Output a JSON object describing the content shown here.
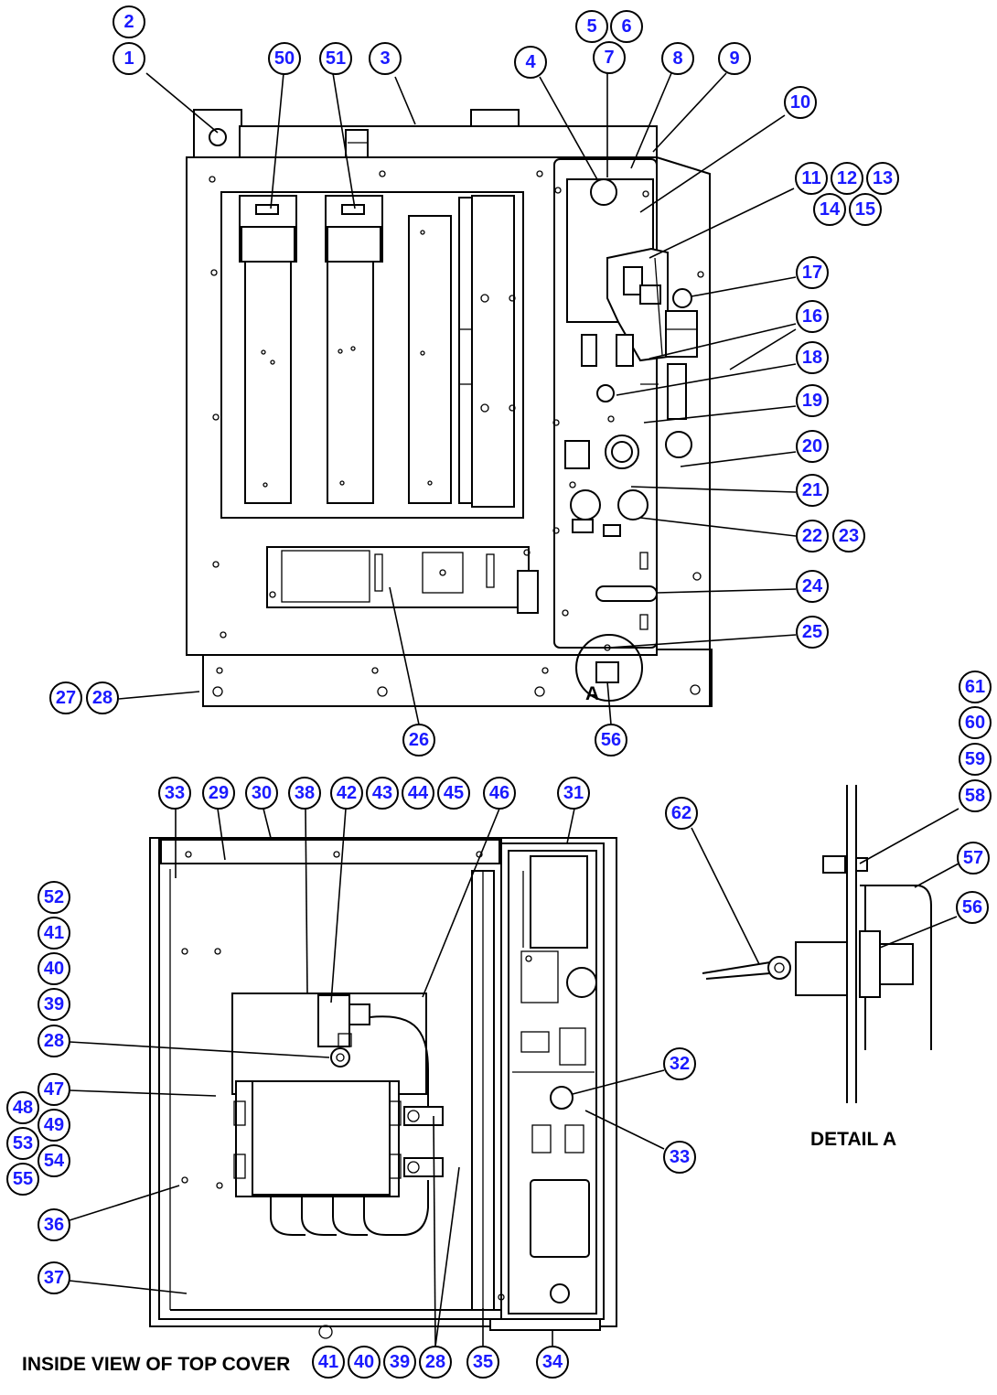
{
  "captions": {
    "inside_view": "INSIDE VIEW OF TOP COVER",
    "detail_a": "DETAIL A",
    "detail_marker": "A"
  },
  "colors": {
    "balloon_text": "#1a1aff",
    "line": "#000000"
  },
  "balloons": {
    "b1": "1",
    "b2": "2",
    "b3": "3",
    "b4": "4",
    "b5": "5",
    "b6": "6",
    "b7": "7",
    "b8": "8",
    "b9": "9",
    "b10": "10",
    "b11": "11",
    "b12": "12",
    "b13": "13",
    "b14": "14",
    "b15": "15",
    "b16": "16",
    "b17": "17",
    "b18": "18",
    "b19": "19",
    "b20": "20",
    "b21": "21",
    "b22": "22",
    "b23": "23",
    "b24": "24",
    "b25": "25",
    "b26": "26",
    "b27": "27",
    "b28a": "28",
    "b56a": "56",
    "b33a": "33",
    "b29": "29",
    "b30": "30",
    "b38": "38",
    "b42": "42",
    "b43": "43",
    "b44": "44",
    "b45": "45",
    "b46": "46",
    "b31": "31",
    "b52": "52",
    "b41a": "41",
    "b40a": "40",
    "b39a": "39",
    "b28b": "28",
    "b47": "47",
    "b48": "48",
    "b49": "49",
    "b53": "53",
    "b54": "54",
    "b55": "55",
    "b36": "36",
    "b37": "37",
    "b32": "32",
    "b33b": "33",
    "b41b": "41",
    "b40b": "40",
    "b39b": "39",
    "b28c": "28",
    "b35": "35",
    "b34": "34",
    "b50": "50",
    "b51": "51",
    "b61": "61",
    "b60": "60",
    "b59": "59",
    "b58": "58",
    "b57": "57",
    "b56b": "56",
    "b62": "62"
  }
}
